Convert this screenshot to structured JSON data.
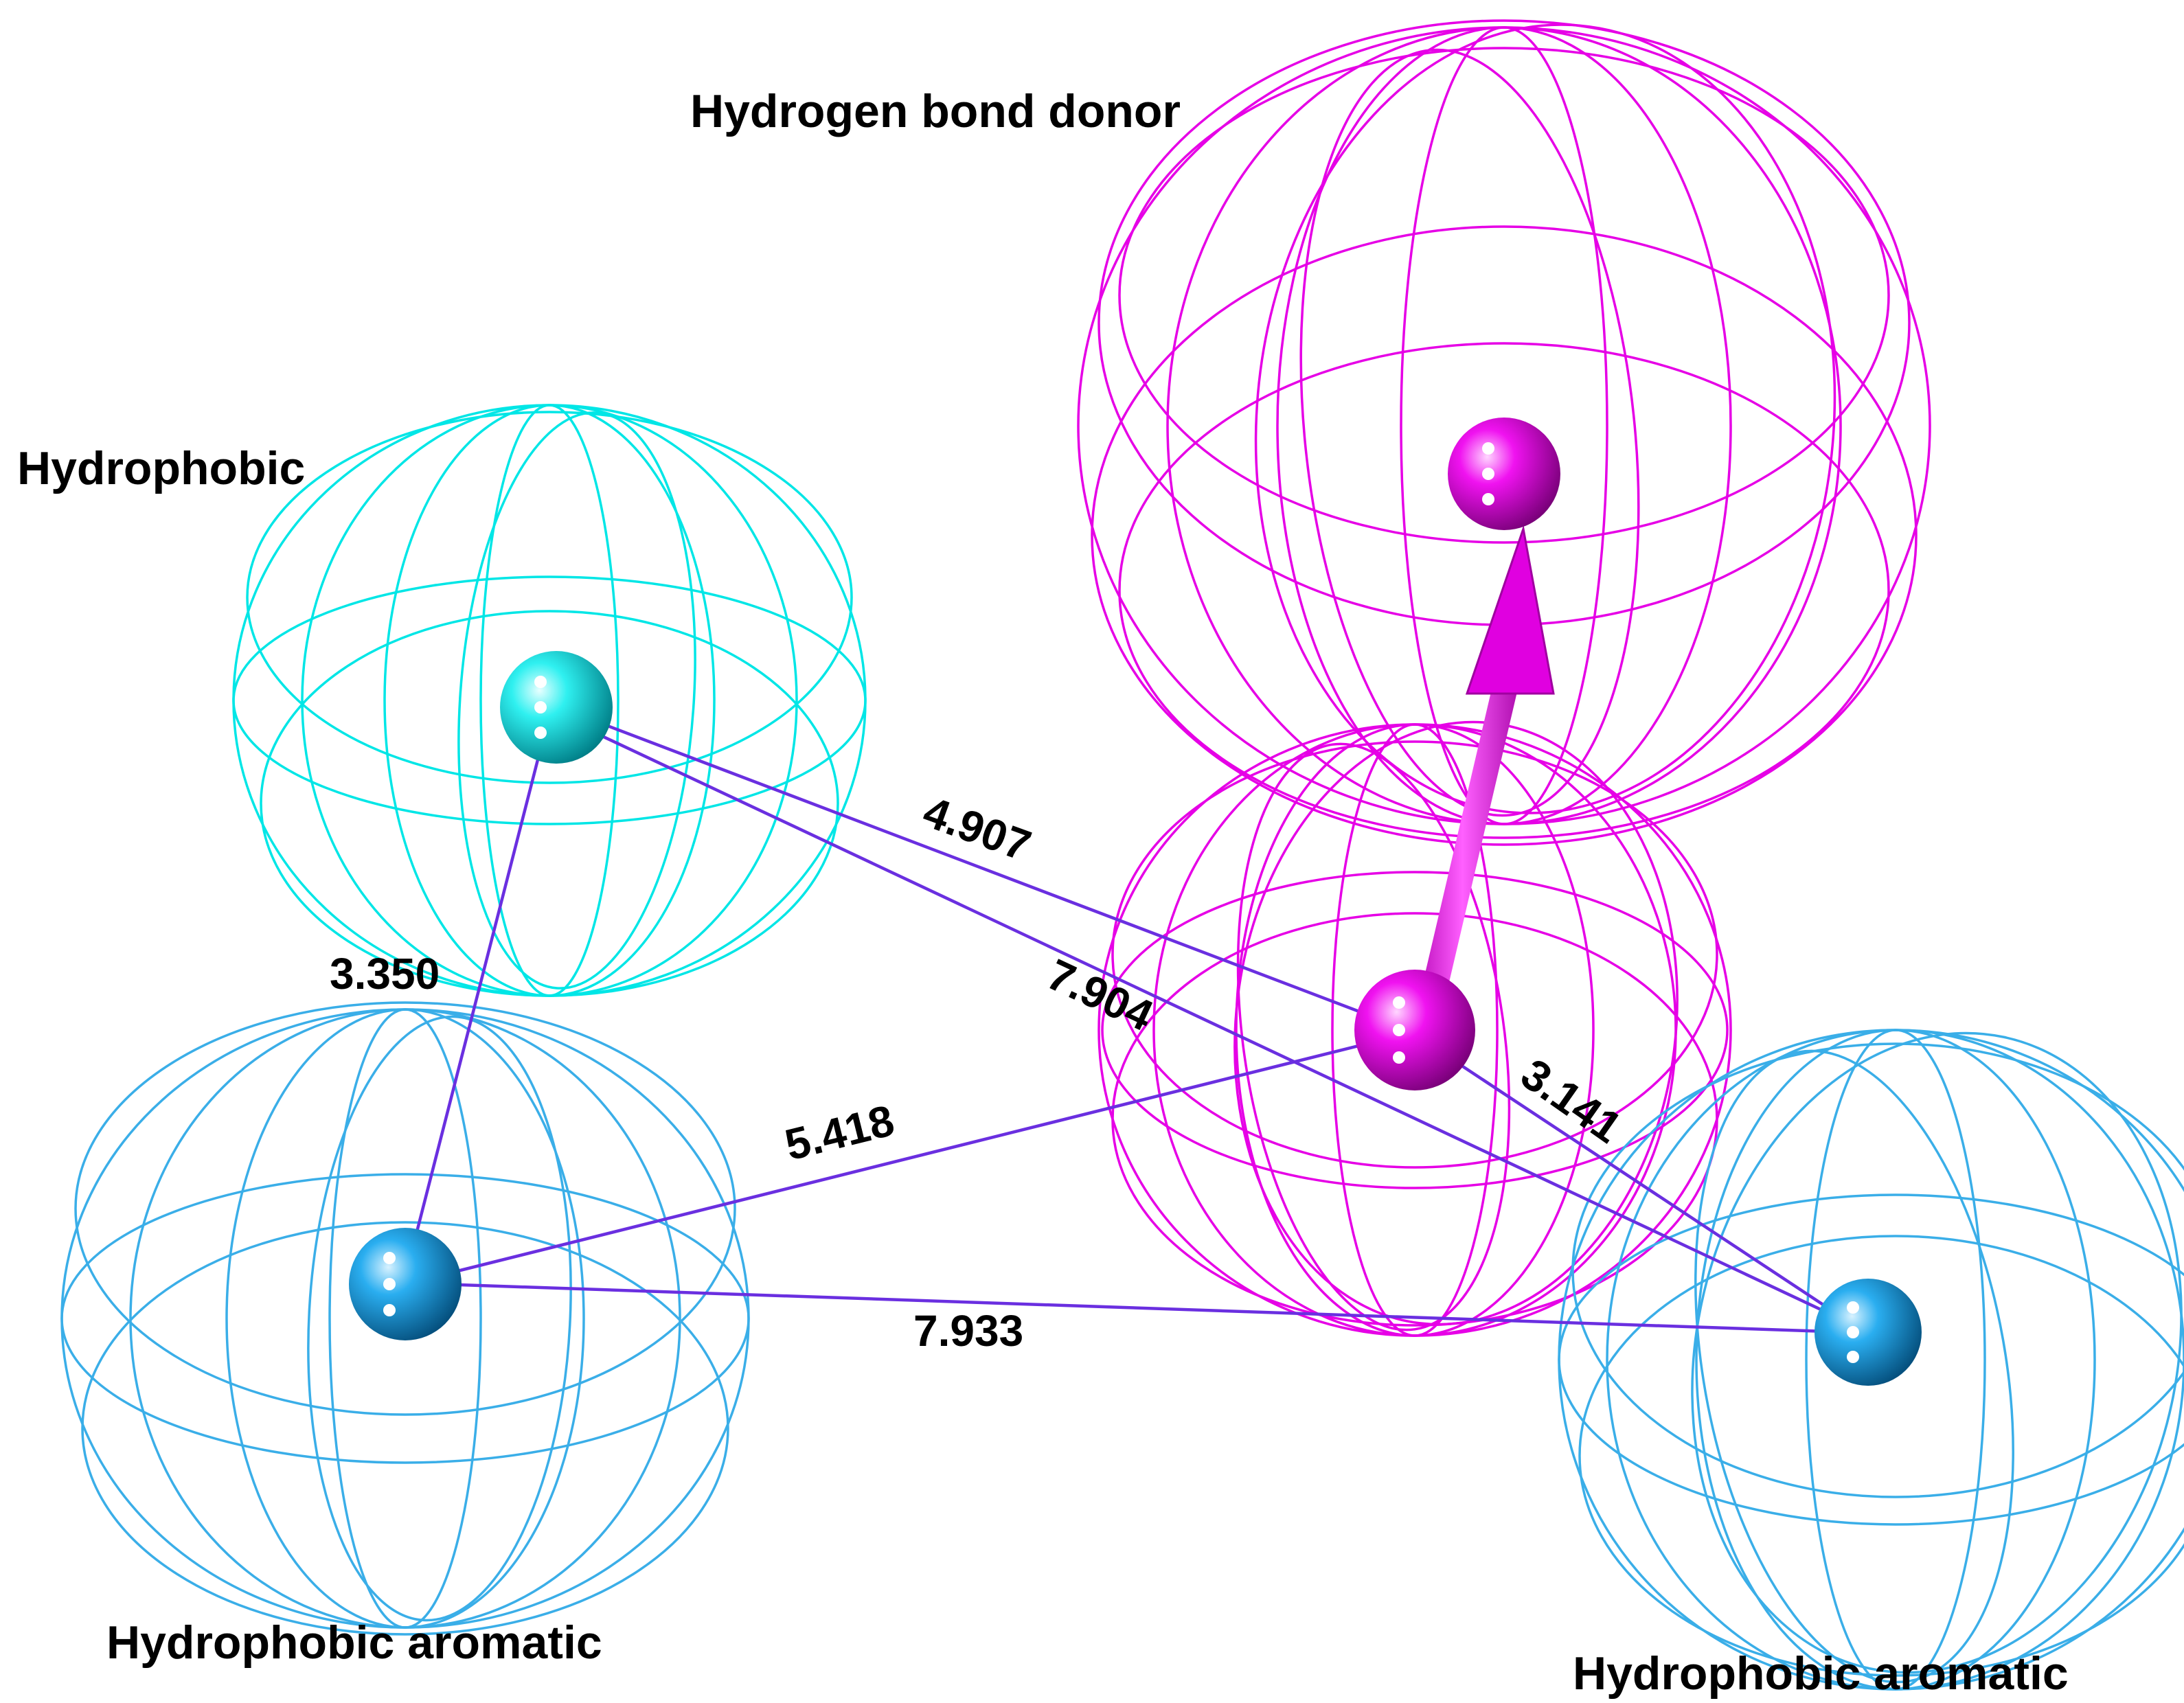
{
  "features": [
    {
      "id": "hbd_base",
      "type": "Hydrogen bond donor",
      "color": "#e600e6"
    },
    {
      "id": "hbd_tip",
      "type": "Hydrogen bond donor",
      "color": "#e600e6"
    },
    {
      "id": "hydrophobic",
      "type": "Hydrophobic",
      "color": "#00e6e6"
    },
    {
      "id": "aromatic_left",
      "type": "Hydrophobic aromatic",
      "color": "#3aaee8"
    },
    {
      "id": "aromatic_right",
      "type": "Hydrophobic aromatic",
      "color": "#3aaee8"
    }
  ],
  "labels": {
    "hbd": "Hydrogen bond donor",
    "hydrophobic": "Hydrophobic",
    "aromatic_left": "Hydrophobic aromatic",
    "aromatic_right": "Hydrophobic aromatic"
  },
  "distances": [
    {
      "from": "hydrophobic",
      "to": "aromatic_left",
      "value": "3.350"
    },
    {
      "from": "hydrophobic",
      "to": "hbd_base",
      "value": "4.907"
    },
    {
      "from": "hydrophobic",
      "to": "aromatic_right",
      "value": "7.904"
    },
    {
      "from": "aromatic_left",
      "to": "hbd_base",
      "value": "5.418"
    },
    {
      "from": "hbd_base",
      "to": "aromatic_right",
      "value": "3.141"
    },
    {
      "from": "aromatic_left",
      "to": "aromatic_right",
      "value": "7.933"
    }
  ],
  "colors": {
    "donor": "#e600e6",
    "hydrophobic": "#00e6e6",
    "aromatic": "#3aaee8",
    "distance_line": "#6a2fe0",
    "background": "#ffffff"
  }
}
